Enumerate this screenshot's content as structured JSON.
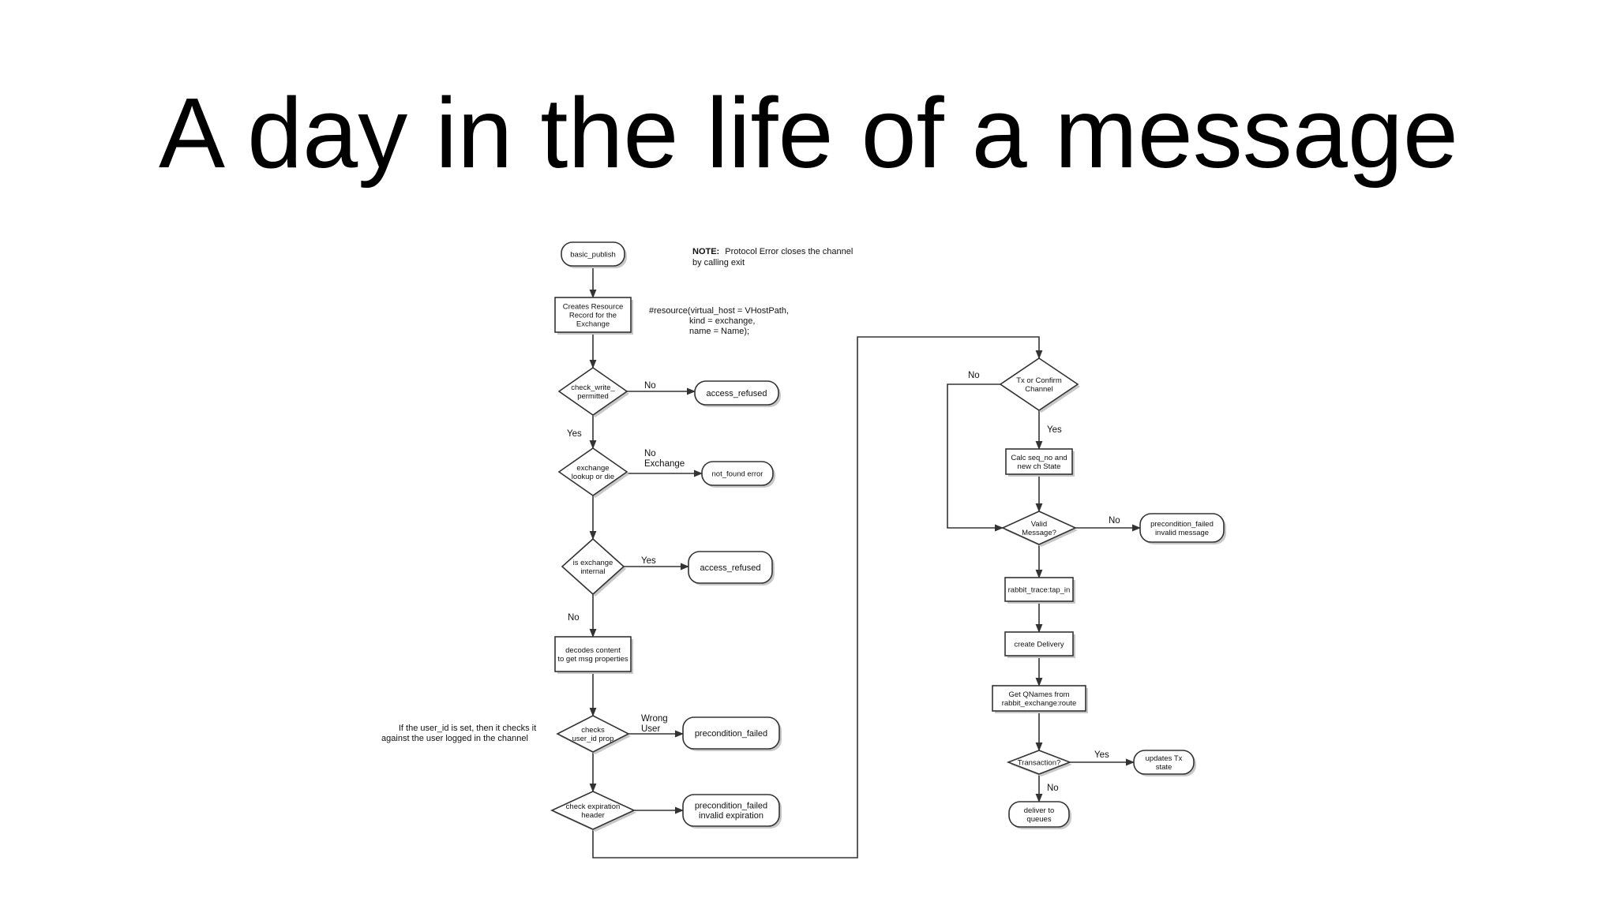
{
  "title": "A day in the life of a message",
  "note": {
    "bold": "NOTE:",
    "line1": "Protocol Error closes the channel",
    "line2": "by calling exit"
  },
  "resource_code": [
    "#resource(virtual_host = VHostPath,",
    "kind = exchange,",
    "name = Name);"
  ],
  "side_note": [
    "If the user_id is set, then it checks it",
    "against the user logged in the channel"
  ],
  "nodes": {
    "basic_publish": [
      "basic_publish"
    ],
    "creates_resource": [
      "Creates Resource",
      "Record for the",
      "Exchange"
    ],
    "check_write": [
      "check_write_",
      "permitted"
    ],
    "access_refused_1": [
      "access_refused"
    ],
    "exchange_lookup": [
      "exchange",
      "lookup or die"
    ],
    "not_found_error": [
      "not_found error"
    ],
    "is_exchange_internal": [
      "is exchange",
      "internal"
    ],
    "access_refused_2": [
      "access_refused"
    ],
    "decodes_content": [
      "decodes content",
      "to get msg properties"
    ],
    "checks_user_id": [
      "checks",
      "user_id prop"
    ],
    "precondition_failed_1": [
      "precondition_failed"
    ],
    "check_expiration": [
      "check expiration",
      "header"
    ],
    "precondition_failed_expiration": [
      "precondition_failed",
      "invalid expiration"
    ],
    "tx_or_confirm": [
      "Tx or Confirm",
      "Channel"
    ],
    "calc_seq_no": [
      "Calc seq_no and",
      "new ch State"
    ],
    "valid_message": [
      "Valid",
      "Message?"
    ],
    "precondition_failed_invalid": [
      "precondition_failed",
      "invalid message"
    ],
    "rabbit_trace": [
      "rabbit_trace:tap_in"
    ],
    "create_delivery": [
      "create Delivery"
    ],
    "get_qnames": [
      "Get QNames from",
      "rabbit_exchange:route"
    ],
    "transaction": [
      "Transaction?"
    ],
    "updates_tx": [
      "updates Tx",
      "state"
    ],
    "deliver_to_queues": [
      "deliver to",
      "queues"
    ]
  },
  "edge_labels": {
    "check_write_no": [
      "No"
    ],
    "check_write_yes": [
      "Yes"
    ],
    "exchange_no": [
      "No",
      "Exchange"
    ],
    "internal_yes": [
      "Yes"
    ],
    "internal_no": [
      "No"
    ],
    "wrong_user": [
      "Wrong",
      "User"
    ],
    "tx_no": [
      "No"
    ],
    "tx_yes": [
      "Yes"
    ],
    "valid_no": [
      "No"
    ],
    "transaction_yes": [
      "Yes"
    ],
    "transaction_no": [
      "No"
    ]
  }
}
